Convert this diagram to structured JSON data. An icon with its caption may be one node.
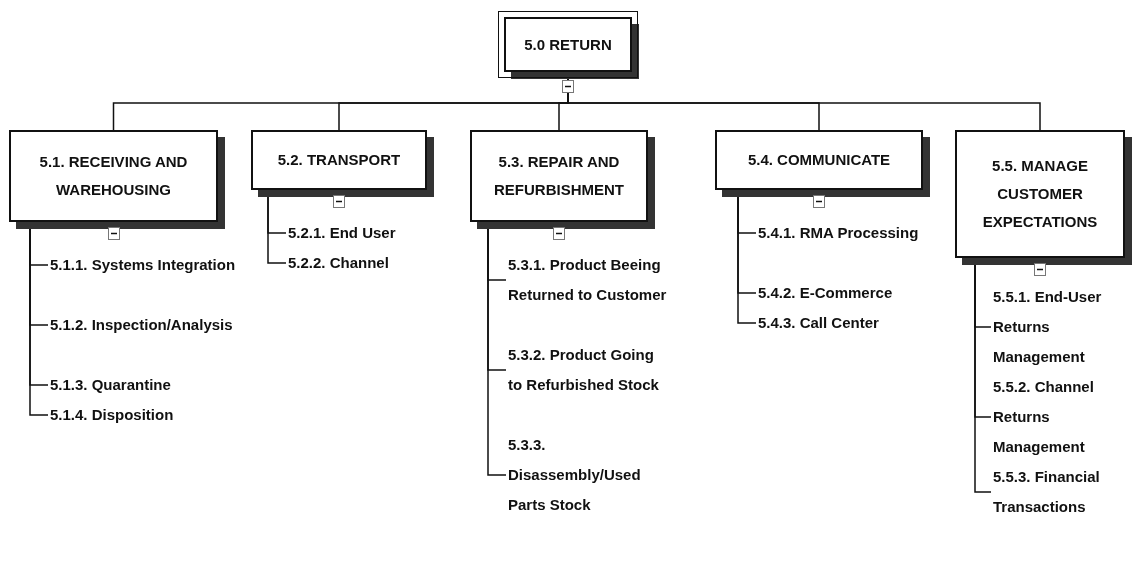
{
  "diagram": {
    "nodes": [
      {
        "text": [
          "5.0 RETURN"
        ]
      },
      {
        "text": [
          "5.1. RECEIVING AND WAREHOUSING"
        ]
      },
      {
        "text": [
          "5.2. TRANSPORT"
        ]
      },
      {
        "text": [
          "5.3. REPAIR AND REFURBISHMENT"
        ]
      },
      {
        "text": [
          "5.4. COMMUNICATE"
        ]
      },
      {
        "text": [
          "5.5. MANAGE CUSTOMER EXPECTATIONS"
        ]
      },
      {
        "text": [
          "5.1.1. Systems Integration"
        ]
      },
      {
        "text": [
          "5.1.2. Inspection/Analysis"
        ]
      },
      {
        "text": [
          "5.1.3. Quarantine"
        ]
      },
      {
        "text": [
          "5.1.4. Disposition"
        ]
      },
      {
        "text": [
          "5.2.1. End User"
        ]
      },
      {
        "text": [
          "5.2.2. Channel"
        ]
      },
      {
        "text": [
          "5.3.1. Product Beeing Returned to Customer"
        ]
      },
      {
        "text": [
          "5.3.2. Product Going to Refurbished Stock"
        ]
      },
      {
        "text": [
          "5.3.3. Disassembly/Used Parts Stock"
        ]
      },
      {
        "text": [
          "5.4.1. RMA Processing"
        ]
      },
      {
        "text": [
          "5.4.2. E-Commerce"
        ]
      },
      {
        "text": [
          "5.4.3. Call Center"
        ]
      },
      {
        "text": [
          "5.5.1. End-User Returns Management"
        ]
      },
      {
        "text": [
          "5.5.2. Channel Returns Management"
        ]
      },
      {
        "text": [
          "5.5.3. Financial Transactions"
        ]
      }
    ],
    "edges": [
      {
        "from": 0,
        "to": 1,
        "arrow": "none"
      },
      {
        "from": 0,
        "to": 2,
        "arrow": "none"
      },
      {
        "from": 0,
        "to": 3,
        "arrow": "none"
      },
      {
        "from": 0,
        "to": 4,
        "arrow": "none"
      },
      {
        "from": 0,
        "to": 5,
        "arrow": "none"
      },
      {
        "from": 1,
        "to": 6,
        "arrow": "none"
      },
      {
        "from": 1,
        "to": 7,
        "arrow": "none"
      },
      {
        "from": 1,
        "to": 8,
        "arrow": "none"
      },
      {
        "from": 1,
        "to": 9,
        "arrow": "none"
      },
      {
        "from": 2,
        "to": 10,
        "arrow": "none"
      },
      {
        "from": 2,
        "to": 11,
        "arrow": "none"
      },
      {
        "from": 3,
        "to": 12,
        "arrow": "none"
      },
      {
        "from": 3,
        "to": 13,
        "arrow": "none"
      },
      {
        "from": 3,
        "to": 14,
        "arrow": "none"
      },
      {
        "from": 4,
        "to": 15,
        "arrow": "none"
      },
      {
        "from": 4,
        "to": 16,
        "arrow": "none"
      },
      {
        "from": 4,
        "to": 17,
        "arrow": "none"
      },
      {
        "from": 5,
        "to": 18,
        "arrow": "none"
      },
      {
        "from": 5,
        "to": 19,
        "arrow": "none"
      },
      {
        "from": 5,
        "to": 20,
        "arrow": "none"
      }
    ]
  }
}
